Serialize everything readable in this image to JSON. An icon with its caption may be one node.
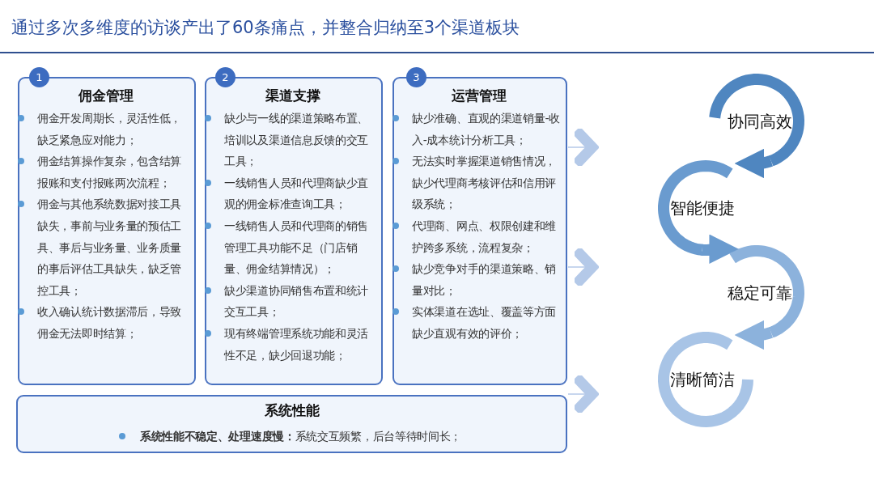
{
  "diagram": {
    "title": "通过多次多维度的访谈产出了60条痛点，并整合归纳至3个渠道板块",
    "nodes": [
      {
        "text": [
          "1"
        ]
      },
      {
        "text": [
          "佣金管理",
          "佣金开发周期长，灵活性低，缺乏紧急应对能力；",
          "佣金结算操作复杂，包含结算报账和支付报账两次流程；",
          "佣金与其他系统数据对接工具缺失，事前与业务量的预估工具、事后与业务量、业务质量的事后评估工具缺失，缺乏管控工具；",
          "收入确认统计数据滞后，导致佣金无法即时结算；"
        ]
      },
      {
        "text": [
          "2"
        ]
      },
      {
        "text": [
          "渠道支撑",
          "缺少与一线的渠道策略布置、培训以及渠道信息反馈的交互工具；",
          "一线销售人员和代理商缺少直观的佣金标准查询工具；",
          "一线销售人员和代理商的销售管理工具功能不足（门店销量、佣金结算情况）；",
          "缺少渠道协同销售布置和统计交互工具；",
          "现有终端管理系统功能和灵活性不足，缺少回退功能；"
        ]
      },
      {
        "text": [
          "3"
        ]
      },
      {
        "text": [
          "运营管理",
          "缺少准确、直观的渠道销量-收入-成本统计分析工具；",
          "无法实时掌握渠道销售情况，缺少代理商考核评估和信用评级系统；",
          "代理商、网点、权限创建和维护跨多系统，流程复杂；",
          "缺少竞争对手的渠道策略、销量对比；",
          "实体渠道在选址、覆盖等方面缺少直观有效的评价；"
        ]
      },
      {
        "text": [
          "系统性能",
          "**系统性能不稳定、处理速度慢：**系统交互频繁，后台等待时间长；"
        ]
      },
      {
        "text": [
          "协同高效"
        ]
      },
      {
        "text": [
          "智能便捷"
        ]
      },
      {
        "text": [
          "稳定可靠"
        ]
      },
      {
        "text": [
          "清晰简洁"
        ]
      }
    ],
    "edges": [
      {
        "from": 5,
        "to": null,
        "arrow": "to",
        "color": "#b4c9e8"
      },
      {
        "from": 5,
        "to": null,
        "arrow": "to",
        "color": "#b4c9e8"
      },
      {
        "from": 6,
        "to": null,
        "arrow": "to",
        "color": "#b4c9e8"
      },
      {
        "from": 7,
        "to": 8,
        "arrow": "to",
        "style": "thick",
        "color": "#4f86c0"
      },
      {
        "from": 8,
        "to": 9,
        "arrow": "to",
        "style": "thick",
        "color": "#6a9bcf"
      },
      {
        "from": 9,
        "to": 10,
        "arrow": "to",
        "style": "thick",
        "color": "#8cb2dc"
      }
    ]
  }
}
